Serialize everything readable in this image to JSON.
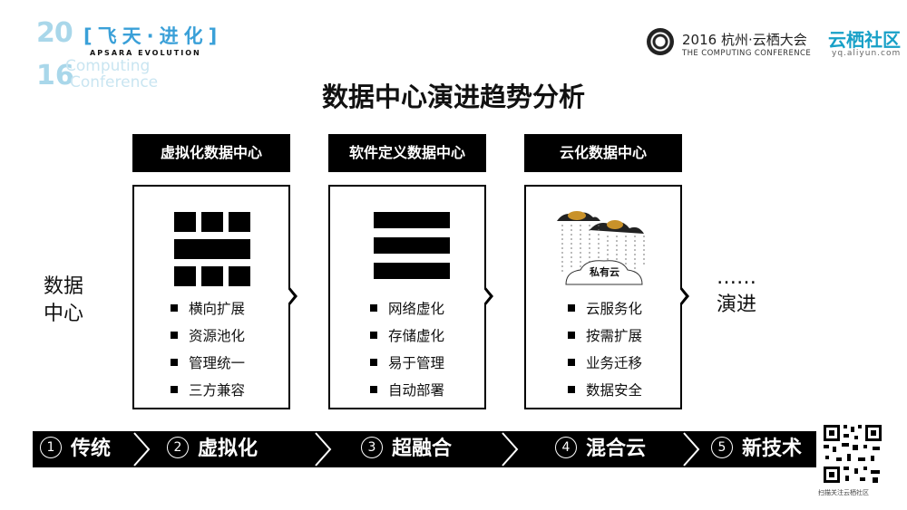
{
  "header": {
    "logo_year_top": "20",
    "logo_year_bottom": "16",
    "logo_brand": "[飞天·进化]",
    "logo_brand_en": "APSARA EVOLUTION",
    "logo_conference": [
      "Computing",
      "Conference"
    ],
    "conference_title": "2016 杭州·云栖大会",
    "conference_subtitle": "THE COMPUTING CONFERENCE",
    "community_title": "云栖社区",
    "community_url": "yq.aliyun.com"
  },
  "title": "数据中心演进趋势分析",
  "left_label": [
    "数据",
    "中心"
  ],
  "right_label": {
    "dots": "……",
    "text": "演进"
  },
  "columns": [
    {
      "header": "虚拟化数据中心",
      "items": [
        "横向扩展",
        "资源池化",
        "管理统一",
        "三方兼容"
      ]
    },
    {
      "header": "软件定义数据中心",
      "items": [
        "网络虚化",
        "存储虚化",
        "易于管理",
        "自动部署"
      ]
    },
    {
      "header": "云化数据中心",
      "cloud_label": "私有云",
      "items": [
        "云服务化",
        "按需扩展",
        "业务迁移",
        "数据安全"
      ]
    }
  ],
  "timeline": [
    {
      "num": "1",
      "label": "传统"
    },
    {
      "num": "2",
      "label": "虚拟化"
    },
    {
      "num": "3",
      "label": "超融合"
    },
    {
      "num": "4",
      "label": "混合云"
    },
    {
      "num": "5",
      "label": "新技术"
    }
  ],
  "qr_caption": "扫描关注云栖社区"
}
